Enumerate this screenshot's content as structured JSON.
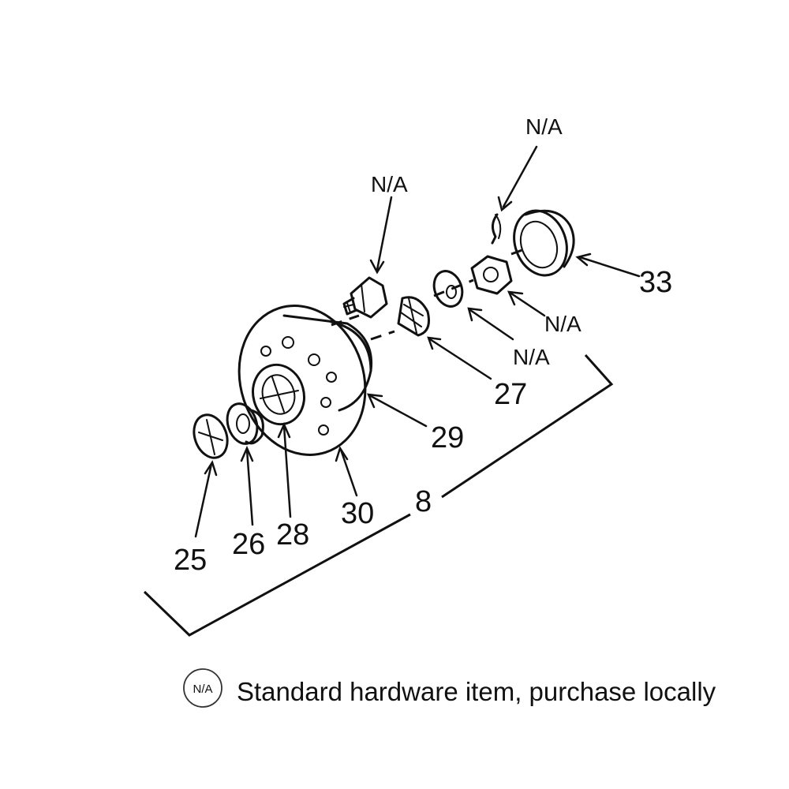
{
  "callouts": {
    "c25": "25",
    "c26": "26",
    "c28": "28",
    "c30": "30",
    "c8": "8",
    "c29": "29",
    "c27": "27",
    "c33": "33",
    "na_bolt": "N/A",
    "na_pin": "N/A",
    "na_nut": "N/A",
    "na_washer": "N/A"
  },
  "legend": {
    "symbol": "N/A",
    "text": "Standard hardware item, purchase locally"
  }
}
